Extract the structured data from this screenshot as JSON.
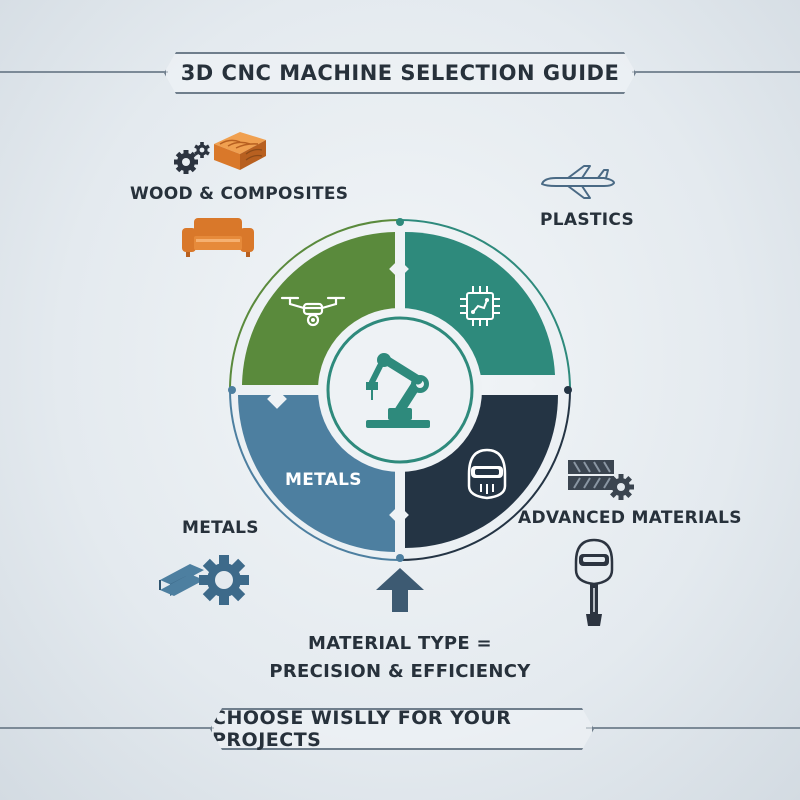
{
  "title": "3D CNC MACHINE SELECTION GUIDE",
  "footer": "CHOOSE WISLLY FOR YOUR PROJECTS",
  "categories": {
    "wood": "WOOD & COMPOSITES",
    "plastics": "PLASTICS",
    "metals": "METALS",
    "advanced": "ADVANCED MATERIALS"
  },
  "wheel": {
    "metals_label": "METALS"
  },
  "conclusion": {
    "line1": "MATERIAL TYPE =",
    "line2": "PRECISION & EFFICIENCY"
  },
  "colors": {
    "green": "#5a8a3c",
    "teal": "#2e8a7c",
    "blue": "#4d7fa0",
    "navy": "#243444",
    "orange": "#d9782a",
    "slate": "#3d5a72"
  },
  "icons": {
    "wood": [
      "gear-icon",
      "wood-block-icon",
      "sofa-icon"
    ],
    "plastics": [
      "airplane-icon"
    ],
    "metals": [
      "steel-beam-icon",
      "gear-icon"
    ],
    "advanced": [
      "carbon-fiber-icon",
      "gear-icon",
      "prosthetic-icon"
    ],
    "wheel": [
      "drone-icon",
      "chip-icon",
      "robot-arm-icon",
      "helmet-icon",
      "arrow-up-icon"
    ]
  }
}
